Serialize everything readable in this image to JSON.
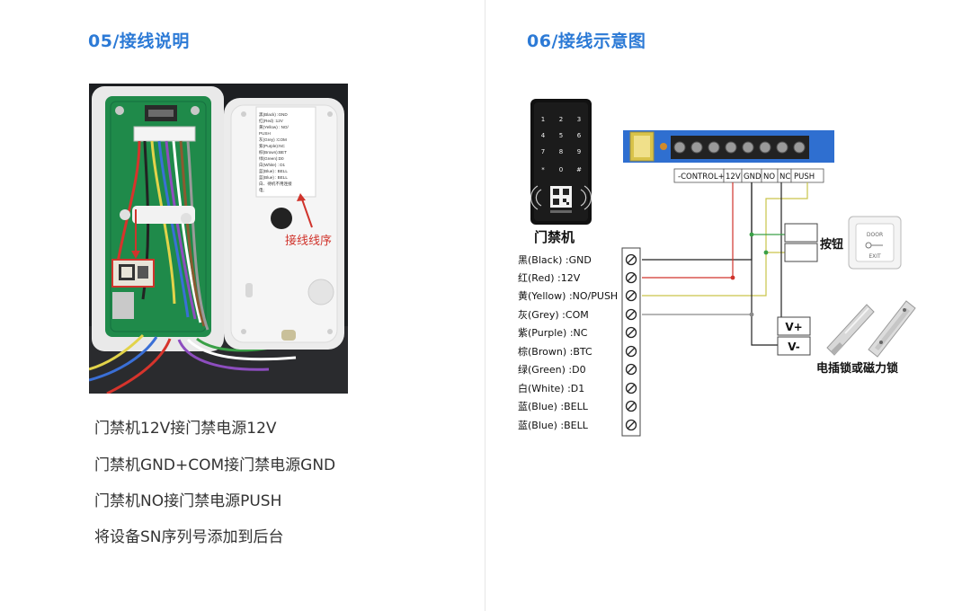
{
  "left": {
    "title": "05/接线说明",
    "photo_label": "接线线序",
    "sticker_lines": [
      "黑(Black) :GND",
      "红(Red) :12V",
      "黄(Yellow) : NO/",
      "PUSH",
      "灰(Grey) :COM",
      "紫(Purple):NC",
      "棕(Brown):BET",
      "绿(Green):D0",
      "白(White) : D1",
      "蓝(Blue) : BELL",
      "蓝(Blue) : BELL",
      "白、待机不用连接",
      "电;"
    ],
    "instructions": [
      "门禁机12V接门禁电源12V",
      "门禁机GND+COM接门禁电源GND",
      "门禁机NO接门禁电源PUSH",
      "将设备SN序列号添加到后台"
    ]
  },
  "right": {
    "title": "06/接线示意图",
    "keypad_label": "门禁机",
    "keypad_keys": [
      "1",
      "2",
      "3",
      "4",
      "5",
      "6",
      "7",
      "8",
      "9",
      "*",
      "0",
      "#"
    ],
    "psu_terminals": [
      "-CONTROL+",
      "12V",
      "GND",
      "NO",
      "NC",
      "PUSH"
    ],
    "wires": [
      {
        "cn": "黑",
        "en": "Black",
        "fn": "GND"
      },
      {
        "cn": "红",
        "en": "Red",
        "fn": "12V"
      },
      {
        "cn": "黄",
        "en": "Yellow",
        "fn": "NO/PUSH"
      },
      {
        "cn": "灰",
        "en": "Grey",
        "fn": "COM"
      },
      {
        "cn": "紫",
        "en": "Purple",
        "fn": "NC"
      },
      {
        "cn": "棕",
        "en": "Brown",
        "fn": "BTC"
      },
      {
        "cn": "绿",
        "en": "Green",
        "fn": "D0"
      },
      {
        "cn": "白",
        "en": "White",
        "fn": "D1"
      },
      {
        "cn": "蓝",
        "en": "Blue",
        "fn": "BELL"
      },
      {
        "cn": "蓝",
        "en": "Blue",
        "fn": "BELL"
      }
    ],
    "button_label": "按钮",
    "exit_button_top": "DOOR",
    "exit_button_bottom": "EXIT",
    "v_plus": "V+",
    "v_minus": "V-",
    "lock_label": "电插锁或磁力锁"
  },
  "colors": {
    "title_blue": "#2c7ad6",
    "pcb_green": "#1f8a4a",
    "psu_blue": "#2f6fd0",
    "wire_black": "#222222",
    "wire_red": "#d0342c",
    "wire_yellow": "#c9c44a",
    "wire_grey": "#8a8a8a",
    "wire_green": "#3aa047"
  }
}
